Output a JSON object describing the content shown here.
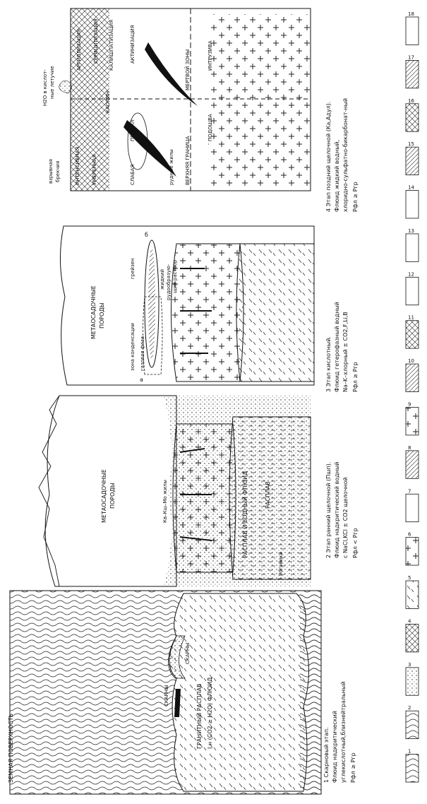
{
  "stage1": {
    "surface_label": "ЗЕМНАЯ ПОВЕРХНОСТЬ",
    "skarn_left": "СКАРНЫ",
    "skarn_right": "СКАРНЫ",
    "melt_label": "ГРАНИТНЫЙ РАСПЛАВ",
    "fluid_label": "I н (CO2 ≥ H2O) ФЛЮИД",
    "caption_1": "1 Скарновый этап.",
    "caption_2": "Флюид надкритический",
    "caption_3": "углекислотный,близнейтральный",
    "caption_4": "Рфл ≥ Ргр"
  },
  "stage2": {
    "rocks_1": "МЕТАОСАДОЧНЫЕ",
    "rocks_2": "ПОРОДЫ",
    "veins": "Кв–Кш–Мо жилы",
    "greisen": "Роговики",
    "melt_fluid": "РАСПЛАВ И ВОДНЫЙ ФЛЮИД",
    "melt": "РАСПЛАВ",
    "caption_1": "2  Этап ранний щелочной (Пшп).",
    "caption_2": "Флюид надкритический водный",
    "caption_3": "с NaCl,KCl ± CO2 щелочной",
    "caption_4": "Рфл < Ргр"
  },
  "stage3": {
    "rocks_1": "МЕТАОСАДОЧНЫЕ",
    "rocks_2": "ПОРОДЫ",
    "greisen": "грейзен",
    "condensation": "зона конденсации",
    "gas_phase": "газовая фаза",
    "liquid_1": "жидкий",
    "liquid_2": "рудообразую-",
    "liquid_3": "щий раствор",
    "mark_a": "а",
    "mark_b": "б",
    "caption_1": "3  Этап кислотный.",
    "caption_2": "Флюид гетерофазный водный",
    "caption_3": "Na–K–хлорный ± CO2,F,Li,B",
    "caption_4": "Рфл ≥ Ргр"
  },
  "stage4": {
    "h2o": "H2O в кислот-",
    "h2o_2": "ные летучие",
    "breccia_1": "взрывная",
    "breccia_2": "брекчия",
    "intensive": "ИНТЕНСИВНАЯ",
    "moderate": "УМЕРЕННАЯ",
    "weak": "СЛАБАЯ",
    "propyl": "ПРОПИЛ",
    "argil": "АРГИЛЛИЗАЦИЯ",
    "sericit": "СЕРИЦИТИЗАЦИЯ",
    "kalish": "КАЛИШПАТИЗАЦИЯ",
    "kaolin": "КАОЛИН",
    "actin": "АКТИНИЗАЦИЯ",
    "ore_veins": "рудные жилы",
    "roof": "ВЕРХНЯЯ ГРАНИЦА",
    "dead_zone": "МЕРТВОЙ ЗОНЫ",
    "sole": "ПОДОШВА",
    "intrusion": "ИНТРУЗИВА",
    "caption_1": "4  Этап поздний щелочной (Ка,Адул).",
    "caption_2": "Флюид жидкий водный,",
    "caption_3": "хлоридно-сульфатно-бикарбонат-ный",
    "caption_4": "Рфл ≥ Ргр"
  },
  "legend": [
    "1",
    "2",
    "3",
    "4",
    "5",
    "6",
    "7",
    "8",
    "9",
    "10",
    "11",
    "12",
    "13",
    "14",
    "15",
    "16",
    "17",
    "18"
  ]
}
